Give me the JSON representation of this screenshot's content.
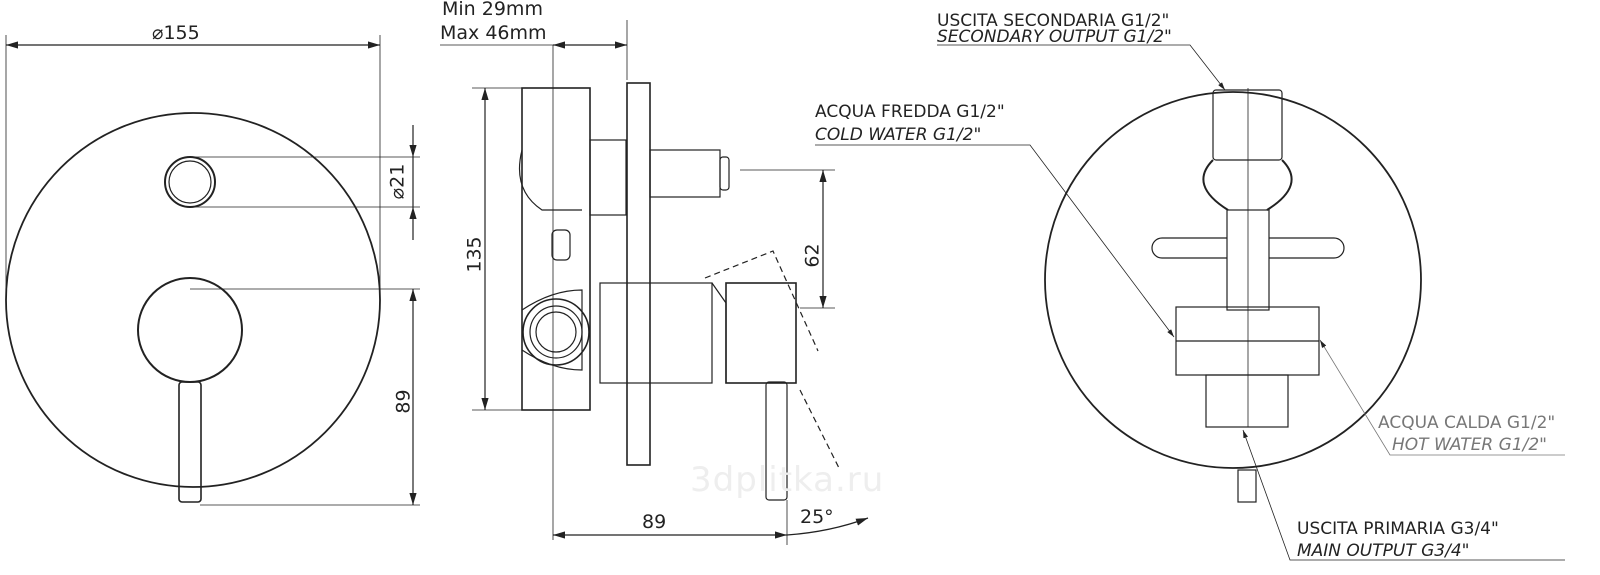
{
  "dimensions": {
    "plate_diameter": "⌀155",
    "button_diameter": "⌀21",
    "lever_height": "89",
    "wall_depth_min": "Min 29mm",
    "wall_depth_max": "Max 46mm",
    "body_height": "135",
    "lever_offset": "62",
    "projection": "89",
    "lever_angle": "25°"
  },
  "labels": {
    "secondary_it": "USCITA SECONDARIA G1/2\"",
    "secondary_en": "SECONDARY OUTPUT G1/2\"",
    "cold_it": "ACQUA FREDDA G1/2\"",
    "cold_en": "COLD WATER G1/2\"",
    "hot_it": "ACQUA CALDA G1/2\"",
    "hot_en": "HOT WATER G1/2\"",
    "main_it": "USCITA PRIMARIA G3/4\"",
    "main_en": "MAIN OUTPUT G3/4\""
  },
  "watermark": "3dplitka.ru"
}
